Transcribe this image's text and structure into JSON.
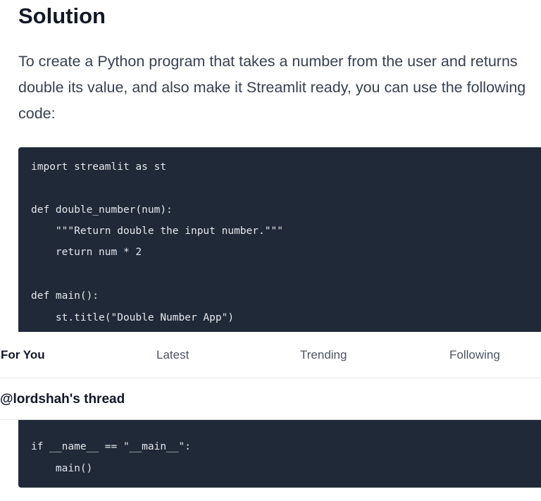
{
  "article": {
    "heading": "Solution",
    "intro": "To create a Python program that takes a number from the user and returns double its value, and also make it Streamlit ready, you can use the following code:"
  },
  "code_top": {
    "lines": [
      "import streamlit as st",
      "",
      "",
      "def double_number(num):",
      "    \"\"\"Return double the input number.\"\"\"",
      "    return num * 2",
      "",
      "",
      "def main():",
      "    st.title(\"Double Number App\")"
    ]
  },
  "tabs": {
    "items": [
      {
        "label": "For You",
        "active": true
      },
      {
        "label": "Latest",
        "active": false
      },
      {
        "label": "Trending",
        "active": false
      },
      {
        "label": "Following",
        "active": false
      }
    ]
  },
  "thread": {
    "title": "@lordshah's thread"
  },
  "code_bottom": {
    "lines": [
      "if __name__ == \"__main__\":",
      "    main()"
    ]
  },
  "colors": {
    "code_background": "#1f2937",
    "code_text": "#e5e7eb",
    "border": "#e5e7eb"
  }
}
